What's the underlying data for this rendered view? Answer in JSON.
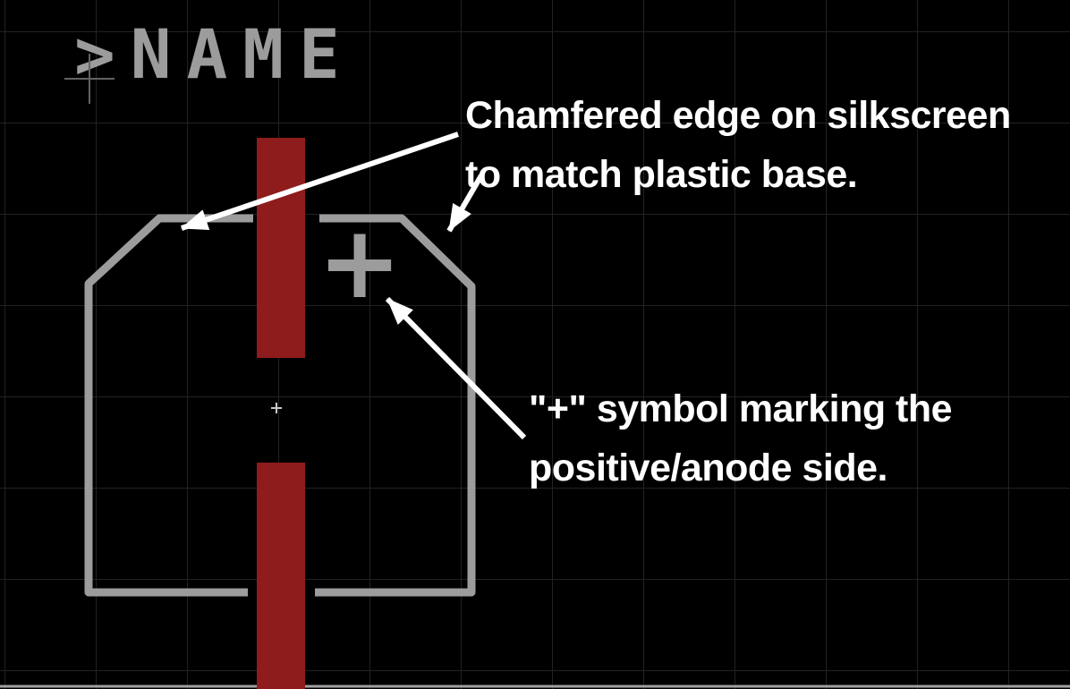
{
  "colors": {
    "background": "#000000",
    "grid": "#222222",
    "pad": "#8e1c1c",
    "silkscreen": "#9c9c9c",
    "dimension": "#a0a0a0",
    "origin": "#626262",
    "annotation": "#ffffff"
  },
  "footprint": {
    "name_label": ">NAME",
    "polarity_symbol": "+"
  },
  "annotations": {
    "chamfer": {
      "line1": "Chamfered edge on silkscreen",
      "line2": "to match plastic base."
    },
    "anode": {
      "line1": "\"+\" symbol marking the",
      "line2": "positive/anode side."
    }
  }
}
